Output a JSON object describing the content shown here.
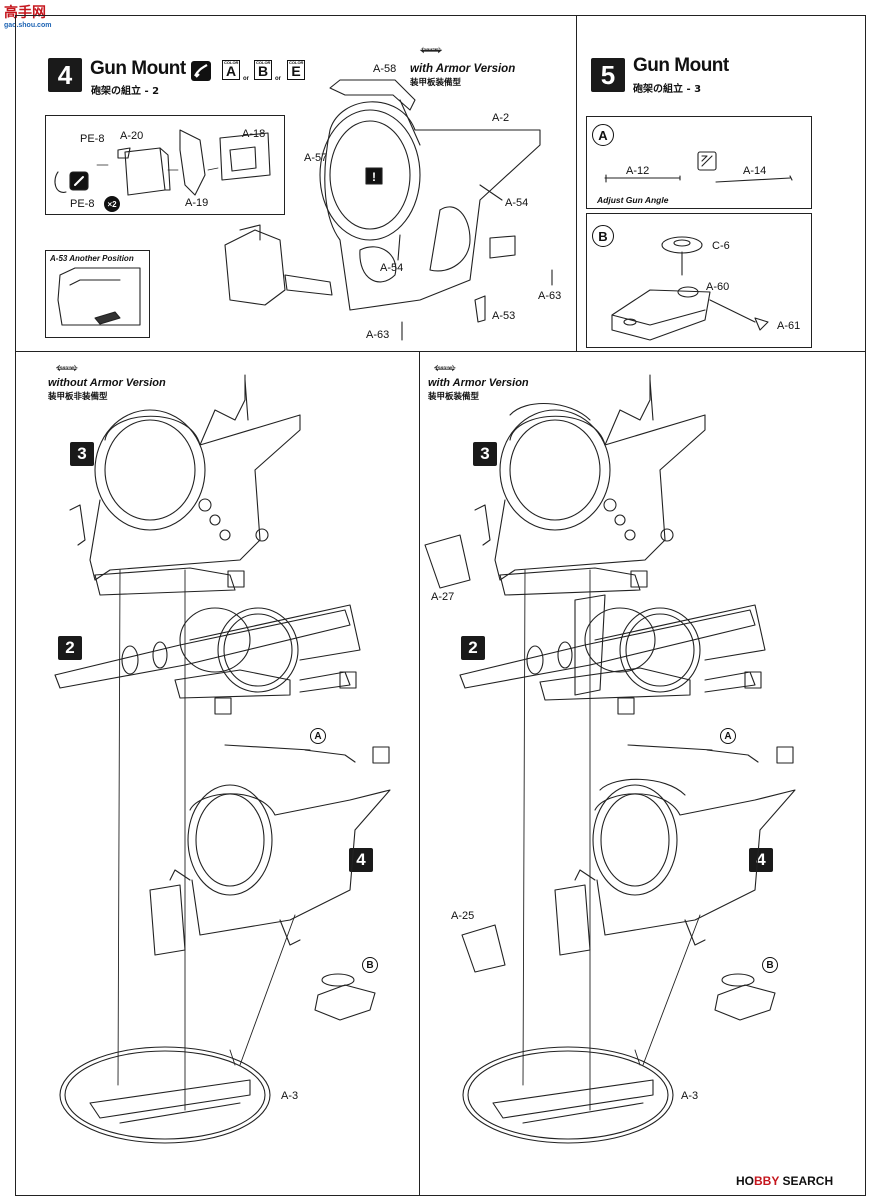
{
  "watermark": {
    "top_logo": "高手网",
    "top_logo_url": "gao.shou.com",
    "bottom_brand_prefix": "HO",
    "bottom_brand_mid": "BBY",
    "bottom_brand_suffix": "SEARCH"
  },
  "step4": {
    "number": "4",
    "title": "Gun Mount",
    "subtitle": "砲架の組立 - 2",
    "color_tag": "COLOR",
    "colors": [
      "A",
      "B",
      "E"
    ],
    "or": "or",
    "convertible": "Convertible",
    "armor_label": "with Armor Version",
    "armor_label_jp": "装甲板装備型",
    "inset_parts": [
      "PE-8",
      "A-20",
      "A-18",
      "A-19",
      "PE-8"
    ],
    "times": "×2",
    "another_position": "A-53 Another Position",
    "parts": [
      "A-58",
      "A-2",
      "A-57",
      "A-54",
      "A-54",
      "A-63",
      "A-53",
      "A-63"
    ]
  },
  "step5": {
    "number": "5",
    "title": "Gun Mount",
    "subtitle": "砲架の組立 - 3",
    "sub_a": "A",
    "sub_a_parts": [
      "A-12",
      "A-14"
    ],
    "adjust": "Adjust Gun Angle",
    "sub_b": "B",
    "sub_b_parts": [
      "C-6",
      "A-60",
      "A-61"
    ]
  },
  "left_panel": {
    "convertible": "Convertible",
    "label": "without Armor Version",
    "label_jp": "装甲板非装備型",
    "steps": [
      "3",
      "2",
      "4"
    ],
    "sub_a": "A",
    "sub_b": "B",
    "base": "A-3"
  },
  "right_panel": {
    "convertible": "Convertible",
    "label": "with Armor Version",
    "label_jp": "装甲板装備型",
    "steps": [
      "3",
      "2",
      "4"
    ],
    "sub_a": "A",
    "sub_b": "B",
    "parts": [
      "A-27",
      "A-25"
    ],
    "base": "A-3"
  }
}
